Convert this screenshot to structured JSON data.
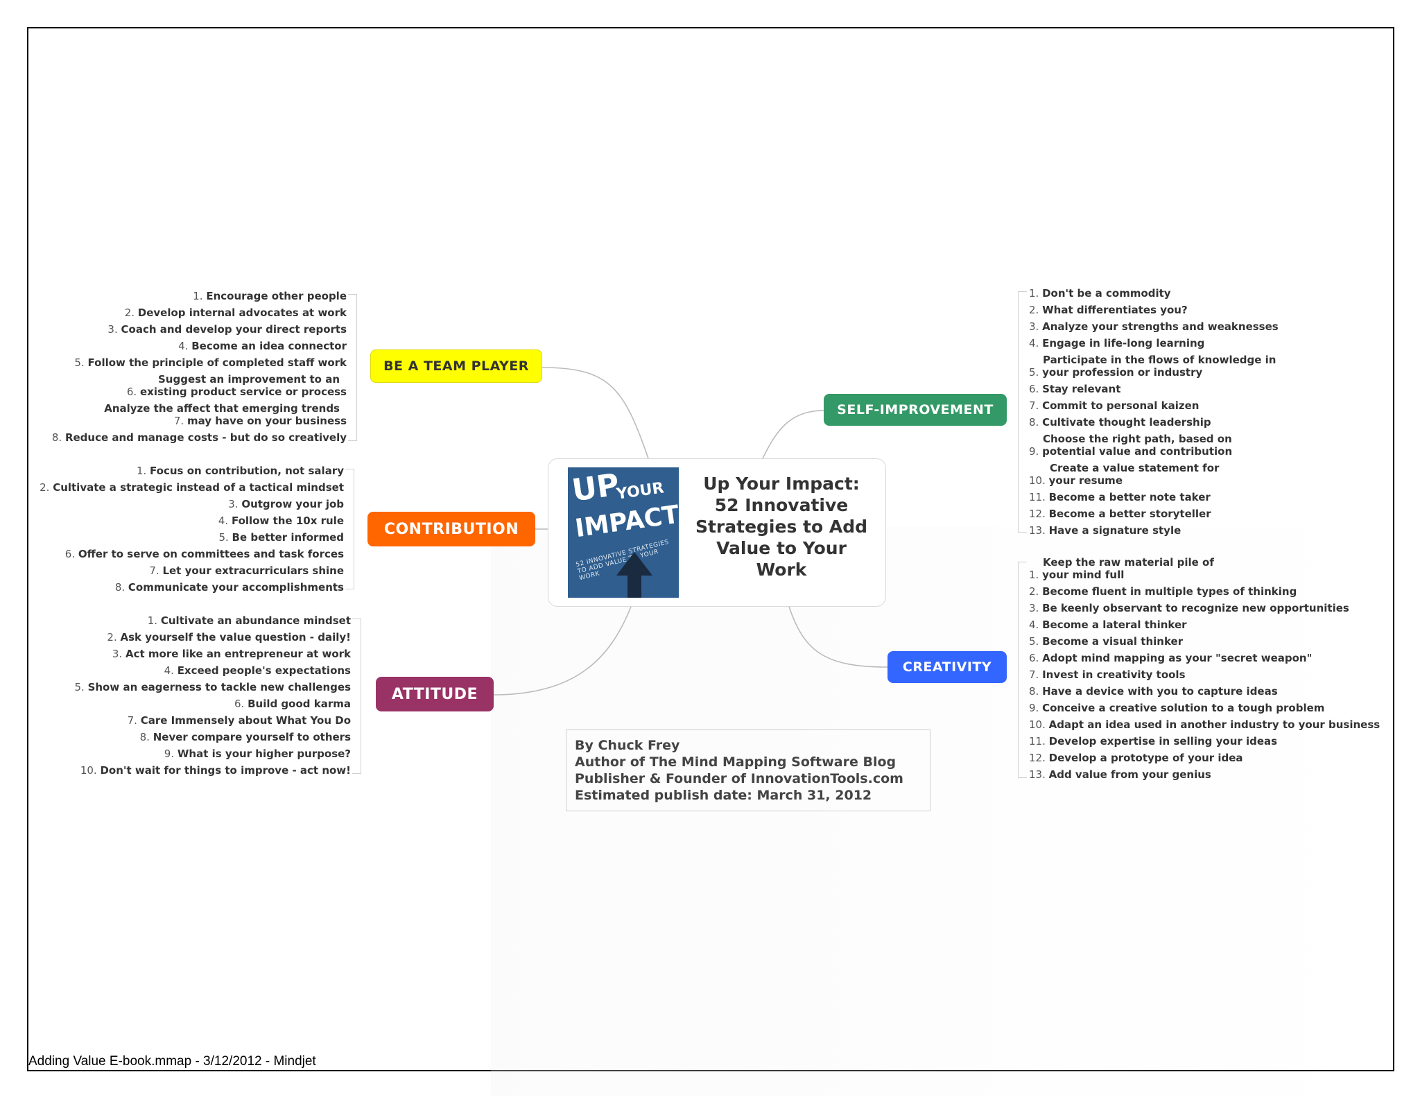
{
  "central": {
    "title_lines": [
      "Up Your Impact:",
      "52 Innovative",
      "Strategies to Add",
      "Value to Your",
      "Work"
    ],
    "cover": {
      "up": "UP",
      "your": "YOUR",
      "impact": "IMPACT",
      "tagline": "52 INNOVATIVE STRATEGIES TO ADD VALUE TO YOUR WORK"
    }
  },
  "author": {
    "lines": [
      "By Chuck Frey",
      "Author of The Mind Mapping Software Blog",
      "Publisher & Founder of InnovationTools.com",
      "Estimated publish date: March 31, 2012"
    ]
  },
  "footer": "Adding Value E-book.mmap - 3/12/2012 - Mindjet",
  "colors": {
    "team": "#ffff00",
    "contribution": "#ff6600",
    "attitude": "#993366",
    "self": "#339966",
    "creativity": "#3366ff",
    "connector": "#bbbbbb"
  },
  "branches": {
    "team": {
      "label": "BE A TEAM PLAYER",
      "items": [
        [
          "1.",
          "Encourage other people"
        ],
        [
          "2.",
          "Develop internal advocates at work"
        ],
        [
          "3.",
          "Coach and develop your direct reports"
        ],
        [
          "4.",
          "Become an idea connector"
        ],
        [
          "5.",
          "Follow the principle of completed staff work"
        ],
        [
          "6.",
          "Suggest an improvement to an",
          "existing product service or process"
        ],
        [
          "7.",
          "Analyze the affect that emerging trends",
          "may have on your business"
        ],
        [
          "8.",
          "Reduce and manage costs - but do so creatively"
        ]
      ]
    },
    "contribution": {
      "label": "CONTRIBUTION",
      "items": [
        [
          "1.",
          "Focus on contribution, not salary"
        ],
        [
          "2.",
          "Cultivate a strategic instead of a tactical mindset"
        ],
        [
          "3.",
          "Outgrow your job"
        ],
        [
          "4.",
          "Follow the 10x rule"
        ],
        [
          "5.",
          "Be better informed"
        ],
        [
          "6.",
          "Offer to serve on committees and task forces"
        ],
        [
          "7.",
          "Let your extracurriculars shine"
        ],
        [
          "8.",
          "Communicate your accomplishments"
        ]
      ]
    },
    "attitude": {
      "label": "ATTITUDE",
      "items": [
        [
          "1.",
          "Cultivate an abundance mindset"
        ],
        [
          "2.",
          "Ask yourself the value question - daily!"
        ],
        [
          "3.",
          "Act more like an entrepreneur at work"
        ],
        [
          "4.",
          "Exceed people's expectations"
        ],
        [
          "5.",
          "Show an eagerness to tackle new challenges"
        ],
        [
          "6.",
          "Build good karma"
        ],
        [
          "7.",
          "Care Immensely about What You Do"
        ],
        [
          "8.",
          "Never compare yourself to others"
        ],
        [
          "9.",
          "What is your higher purpose?"
        ],
        [
          "10.",
          "Don't wait for things to improve - act now!"
        ]
      ]
    },
    "self": {
      "label": "SELF-IMPROVEMENT",
      "items": [
        [
          "1.",
          "Don't be a commodity"
        ],
        [
          "2.",
          "What differentiates you?"
        ],
        [
          "3.",
          "Analyze your strengths and weaknesses"
        ],
        [
          "4.",
          "Engage in life-long learning"
        ],
        [
          "5.",
          "Participate in the flows of knowledge in",
          "your profession or industry"
        ],
        [
          "6.",
          "Stay relevant"
        ],
        [
          "7.",
          "Commit to personal kaizen"
        ],
        [
          "8.",
          "Cultivate thought leadership"
        ],
        [
          "9.",
          "Choose the right path, based on",
          "potential value and contribution"
        ],
        [
          "10.",
          "Create a value statement for",
          "your resume"
        ],
        [
          "11.",
          "Become a better note taker"
        ],
        [
          "12.",
          "Become a better storyteller"
        ],
        [
          "13.",
          "Have a signature style"
        ]
      ]
    },
    "creativity": {
      "label": "CREATIVITY",
      "items": [
        [
          "1.",
          "Keep the raw material pile of",
          "your mind full"
        ],
        [
          "2.",
          "Become fluent in multiple types of thinking"
        ],
        [
          "3.",
          "Be keenly observant to recognize new opportunities"
        ],
        [
          "4.",
          "Become a lateral thinker"
        ],
        [
          "5.",
          "Become a visual thinker"
        ],
        [
          "6.",
          "Adopt mind mapping as your \"secret weapon\""
        ],
        [
          "7.",
          "Invest in creativity tools"
        ],
        [
          "8.",
          "Have a device with you to capture ideas"
        ],
        [
          "9.",
          "Conceive a creative solution to a tough problem"
        ],
        [
          "10.",
          "Adapt an idea used in another industry to your business"
        ],
        [
          "11.",
          "Develop expertise in selling your ideas"
        ],
        [
          "12.",
          "Develop a prototype of your idea"
        ],
        [
          "13.",
          "Add value from your genius"
        ]
      ]
    }
  }
}
